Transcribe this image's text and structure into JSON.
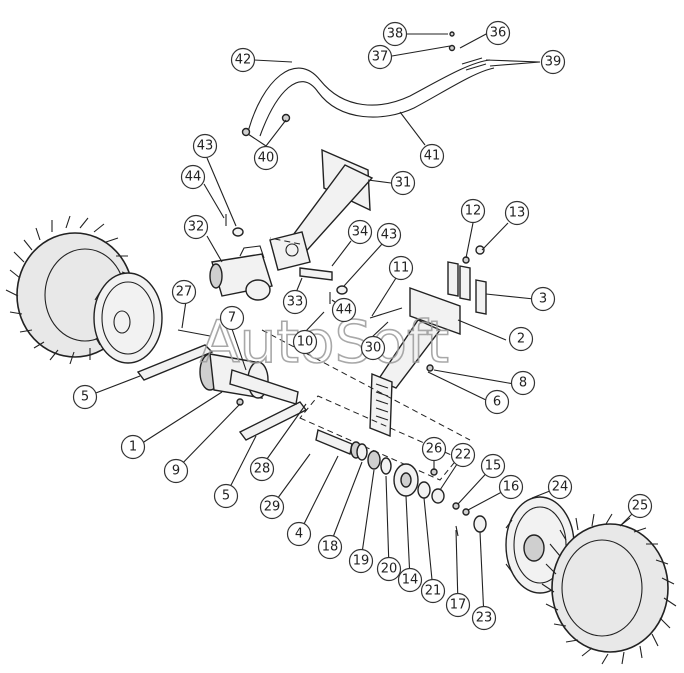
{
  "watermark": "AutoSoft",
  "callouts": [
    {
      "id": "1",
      "label": "1"
    },
    {
      "id": "2",
      "label": "2"
    },
    {
      "id": "3",
      "label": "3"
    },
    {
      "id": "4",
      "label": "4"
    },
    {
      "id": "5a",
      "label": "5"
    },
    {
      "id": "5b",
      "label": "5"
    },
    {
      "id": "6",
      "label": "6"
    },
    {
      "id": "7",
      "label": "7"
    },
    {
      "id": "8",
      "label": "8"
    },
    {
      "id": "9",
      "label": "9"
    },
    {
      "id": "10",
      "label": "10"
    },
    {
      "id": "11",
      "label": "11"
    },
    {
      "id": "12",
      "label": "12"
    },
    {
      "id": "13",
      "label": "13"
    },
    {
      "id": "14",
      "label": "14"
    },
    {
      "id": "15",
      "label": "15"
    },
    {
      "id": "16",
      "label": "16"
    },
    {
      "id": "17",
      "label": "17"
    },
    {
      "id": "18",
      "label": "18"
    },
    {
      "id": "19",
      "label": "19"
    },
    {
      "id": "20",
      "label": "20"
    },
    {
      "id": "21",
      "label": "21"
    },
    {
      "id": "22",
      "label": "22"
    },
    {
      "id": "23",
      "label": "23"
    },
    {
      "id": "24",
      "label": "24"
    },
    {
      "id": "25",
      "label": "25"
    },
    {
      "id": "26",
      "label": "26"
    },
    {
      "id": "27",
      "label": "27"
    },
    {
      "id": "28",
      "label": "28"
    },
    {
      "id": "29",
      "label": "29"
    },
    {
      "id": "30",
      "label": "30"
    },
    {
      "id": "31",
      "label": "31"
    },
    {
      "id": "32",
      "label": "32"
    },
    {
      "id": "33",
      "label": "33"
    },
    {
      "id": "34",
      "label": "34"
    },
    {
      "id": "36",
      "label": "36"
    },
    {
      "id": "37",
      "label": "37"
    },
    {
      "id": "38",
      "label": "38"
    },
    {
      "id": "39",
      "label": "39"
    },
    {
      "id": "40",
      "label": "40"
    },
    {
      "id": "41",
      "label": "41"
    },
    {
      "id": "42",
      "label": "42"
    },
    {
      "id": "43a",
      "label": "43"
    },
    {
      "id": "43b",
      "label": "43"
    },
    {
      "id": "44a",
      "label": "44"
    },
    {
      "id": "44b",
      "label": "44"
    }
  ]
}
